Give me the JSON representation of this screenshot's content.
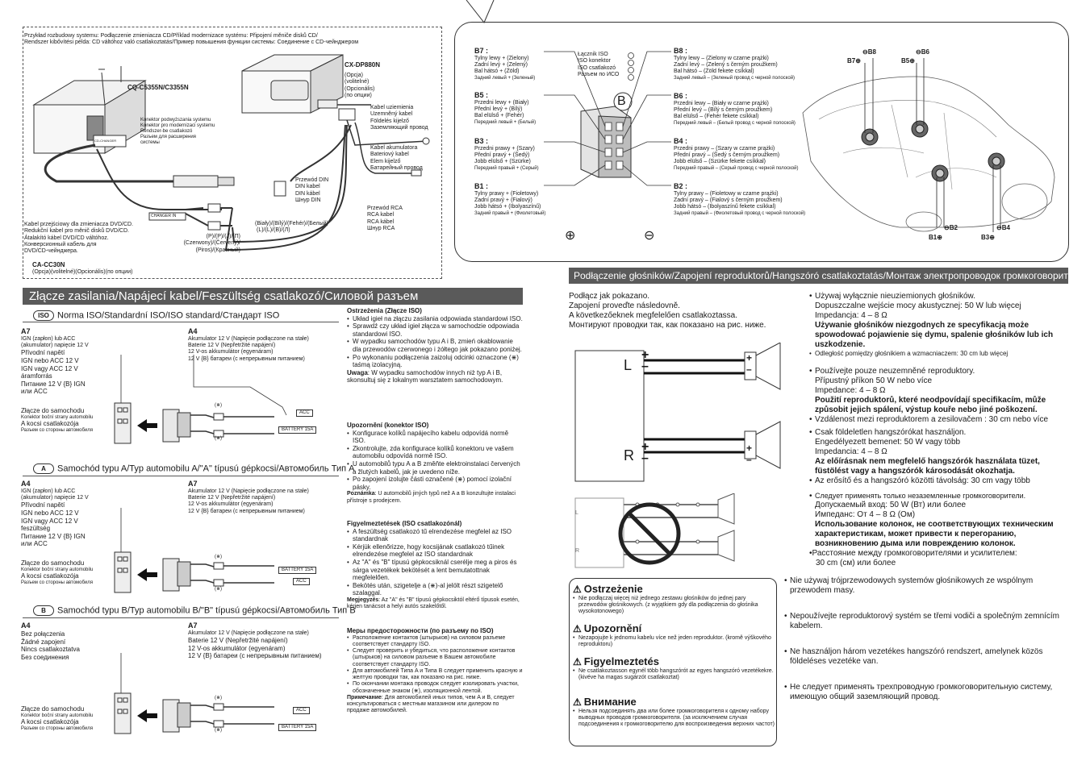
{
  "system": {
    "caption_1": "Przykład rozbudowy systemu: Podłączenie zmieniacza CD/Příklad modernizace systému: Připojení měniče disků CD/",
    "caption_2": "Rendszer kibővítési példa: CD váltóhoz való csatlakoztatás/Пример повышения функции системы: Соединение с CD-чейнджером",
    "unit_model": "CQ-C5355N/C3355N",
    "changer_model": "CX-DP880N",
    "changer_opt": [
      "(Opcja)",
      "(volitelné)",
      "(Opcionális)",
      "(по опции)"
    ],
    "ground_cable": [
      "Kabel uziemienia",
      "Uzemněný kabel",
      "Földelés kijelző",
      "Заземляющий провод"
    ],
    "battery_cable": [
      "Kabel akumulatora",
      "Bateriový kabel",
      "Elem kijelző",
      "Батарейный провод"
    ],
    "din_cable": [
      "Przewód DIN",
      "DIN kabel",
      "DIN kábel",
      "Шнур DIN"
    ],
    "rca_cable": [
      "Przewód RCA",
      "RCA kabel",
      "RCA kábel",
      "Шнур RCA"
    ],
    "connector_label": [
      "Konektor podwyższania systemu",
      "Konektor pro modernizaci systemu",
      "Rendszer-be csatlakozó",
      "Разъем для расширения",
      "системы"
    ],
    "changer_in_tag": "CHANGER IN",
    "cd_changer_tag": "CD-CHANGER",
    "conv_cable": [
      "Kabel przejściowy dla zmieniacza DVD/CD.",
      "Redukční kabel pro měnič disků DVD/CD.",
      "Átalakító kábel DVD/CD váltóhoz.",
      "Конверсионный кабель для",
      "DVD/CD-чейнджера."
    ],
    "conv_model": "CA-CC30N",
    "conv_opt": "(Opcja)(volitelné)(Opcionális)(по опции)",
    "white_label": "(Biały)/(Bílý)/(Fehér)/(Белый)",
    "white_label_2": "(L)/(L)/(B)/(Л)",
    "red_label": "(P)/(P)/(J)/(П)",
    "red_label_2": "(Czerwony)/(Červený)/",
    "red_label_3": "(Piros)/(Красный)"
  },
  "speaker_wiring": {
    "b7": {
      "title": "B7 :",
      "lines": [
        "Tylny lewy + (Zielony)",
        "Zadní levý + (Zelený)",
        "Bal hátsó + (Zöld)",
        "Задний левый + (Зеленый)"
      ]
    },
    "b5": {
      "title": "B5 :",
      "lines": [
        "Przedni lewy + (Biały)",
        "Přední levý + (Bílý)",
        "Bal elülső + (Fehér)",
        "Передний левый + (Белый)"
      ]
    },
    "b3": {
      "title": "B3 :",
      "lines": [
        "Przedni prawy + (Szary)",
        "Přední pravý + (Šedý)",
        "Jobb elülső + (Szürke)",
        "Передний правый + (Серый)"
      ]
    },
    "b1": {
      "title": "B1 :",
      "lines": [
        "Tylny prawy + (Fioletowy)",
        "Zadní pravý + (Fialový)",
        "Jobb hátsó + (Ibolyaszínű)",
        "Задний правый + (Фиолетовый)"
      ]
    },
    "b8": {
      "title": "B8 :",
      "lines": [
        "Tylny lewy – (Zielony w czarne prążki)",
        "Zadní levý – (Zelený s černým proužkem)",
        "Bal hátsó – (Zöld fekete csíkkal)",
        "Задний левый – (Зеленый провод с черной полоской)"
      ]
    },
    "b6": {
      "title": "B6 :",
      "lines": [
        "Przedni lewy – (Biały w czarne prążki)",
        "Přední levý – (Bílý s černým proužkem)",
        "Bal elülső – (Fehér fekete csíkkal)",
        "Передний левый – (Белый провод с черной полоской)"
      ]
    },
    "b4": {
      "title": "B4 :",
      "lines": [
        "Przedni prawy – (Szary w czarne prążki)",
        "Přední pravý – (Šedý s černým proužkem)",
        "Jobb elülső – (Szürke fekete csíkkal)",
        "Передний правый – (Серый провод с черной полоской)"
      ]
    },
    "b2": {
      "title": "B2 :",
      "lines": [
        "Tylny prawy – (Fioletowy w czarne prążki)",
        "Zadní pravý – (Fialový s černým proužkem)",
        "Jobb hátsó – (Ibolyaszínű fekete csíkkal)",
        "Задний правый – (Фиолетовый провод с черной полоской)"
      ]
    },
    "iso_conn": [
      "Łącznik ISO",
      "ISO konektor",
      "ISO csatlakozó",
      "Разъем по ИСО"
    ],
    "connector_letter": "B",
    "plus": "⊕",
    "minus": "⊖",
    "car_labels": {
      "b7": "B7⊕",
      "b8": "⊖B8",
      "b5": "B5⊕",
      "b6": "⊖B6",
      "b1": "B1⊕",
      "b2": "⊖B2",
      "b3": "B3⊕",
      "b4": "⊖B4"
    }
  },
  "power": {
    "header": "Złącze zasilania/Napájecí kabel/Feszültség csatlakozó/Силовой разъем",
    "iso_pill": "ISO",
    "iso_title": "Norma ISO/Standardní ISO/ISO standard/Стандарт ISO",
    "a_pill": "A",
    "a_title": "Samochód typu A/Typ automobilu A/\"A\" típusú gépkocsi/Автомобиль Тип A",
    "b_pill": "B",
    "b_title": "Samochód typu B/Typ automobilu B/\"B\" típusú gépkocsi/Автомобиль Тип B",
    "iso_a7": {
      "title": "A7",
      "lines": [
        "IGN (zapłon) lub ACC",
        "(akumulator) napięcie 12 V",
        "Přívodní napětí",
        "IGN nebo ACC 12 V",
        "IGN vagy ACC 12 V",
        "áramforrás",
        "Питание 12 V {B} IGN",
        "или ACC"
      ]
    },
    "iso_a4": {
      "title": "A4",
      "lines": [
        "Akumulator 12 V (Napięcie podłączone na stałe)",
        "Baterie 12 V (Nepřetržité napájení)",
        "12 V-os akkumulátor (egyenáram)",
        "12 V {B} батареи (с непрерывным питанием)"
      ]
    },
    "a_a4": {
      "title": "A4",
      "lines": [
        "IGN (zapłon) lub ACC",
        "(akumulator) napięcie 12 V",
        "Přívodní napětí",
        "IGN nebo ACC 12 V",
        "IGN vagy ACC 12 V",
        "feszültség",
        "Питание 12 V {B} IGN",
        "или ACC"
      ]
    },
    "a_a7": {
      "title": "A7",
      "lines": [
        "Akumulator 12 V (Napięcie podłączone na stałe)",
        "Baterie 12 V (Nepřetržité napájení)",
        "12 V-os akkumulátor (egyenáram)",
        "12 V {B} батареи (с непрерывным питанием)"
      ]
    },
    "b_a4": {
      "title": "A4",
      "lines": [
        "Bez połączenia",
        "Žádné zapojení",
        "Nincs csatlakoztatva",
        "Без соединения"
      ]
    },
    "b_a7": {
      "title": "A7",
      "lines": [
        "Akumulator 12 V (Napięcie podłączone na stałe)",
        "Baterie 12 V (Nepřetržité napájení)",
        "12 V-os akkumulátor (egyenáram)",
        "12 V {B} батареи (с непрерывным питанием)"
      ]
    },
    "car_conn": [
      "Złącze do samochodu",
      "Konektor boční strany automobilu",
      "A kocsi csatlakozója",
      "Разъем со стороны автомобиля"
    ],
    "acc": "ACC",
    "battery": "BATTERY 15A",
    "mark": "(⋇)"
  },
  "notes": {
    "pl_title": "Ostrzeżenia (Złącze ISO)",
    "pl": [
      "Układ igieł na złączu zasilania odpowiada standardowi ISO.",
      "Sprawdź czy układ igieł złącza w samochodzie odpowiada standardowi ISO.",
      "W wypadku samochodów typu A i B, zmień okablowanie dla przewodów czerwonego i żółtego jak pokazano poniżej.",
      "Po wykonaniu podłączenia zaizoluj odcinki oznaczone (⋇) taśmą izolacyjną."
    ],
    "pl_note_k": "Uwaga",
    "pl_note": ": W wypadku samochodów innych niż typ A i B, skonsultuj się z lokalnym warsztatem samochodowym.",
    "cz_title": "Upozornění (konektor ISO)",
    "cz": [
      "Konfigurace kolíků napájecího kabelu odpovídá normě ISO.",
      "Zkontrolujte, zda konfigurace kolíků konektoru ve vašem automobilu odpovídá normě ISO.",
      "U automobilů typu A a B změňte elektroinstalaci červených a žlutých kabelů, jak je uvedeno níže.",
      "Po zapojení izolujte části označené (⋇) pomocí izolační pásky."
    ],
    "cz_note_k": "Poznámka",
    "cz_note": ": U automobilů jiných typů než A a B konzultujte instalaci přístroje s prodejcem.",
    "hu_title": "Figyelmeztetések (ISO csatlakozónál)",
    "hu": [
      "A feszültség csatlakozó tű elrendezése megfelel az ISO standardnak",
      "Kérjük ellenőrizze, hogy kocsijának csatlakozó tűinek elrendezése megfelel az ISO standardnak",
      "Az \"A\" és \"B\" típusú gépkocsiknál cserélje meg a piros és sárga vezetékek bekötését a lent bemutatottnak megfelelően.",
      "Bekötés után, szigetelje a (⋇)-al jelölt részt szigetelő szalaggal."
    ],
    "hu_note_k": "Megjegyzés",
    "hu_note": ": Az \"A\" és \"B\" típusú gépkocsiktól eltérő típusok esetén, kérjen tanácsot a helyi autós szakelőtől.",
    "ru_title": "Меры предосторожности (по разъему по ISO)",
    "ru": [
      "Расположение контактов (штырьков) на силовом разъеме соответствует стандарту ISO.",
      "Следует проверить и убедиться, что расположение контактов (штырьков) на силовом разъеме в Вашем автомобиле соответствует стандарту ISO.",
      "Для автомобилей Типа A и Типа B следует применить красную и желтую проводки так, как показано на рис. ниже.",
      "По окончании монтажа проводок следует изолировать участки, обозначенные знаком (⋇), изоляционной лентой."
    ],
    "ru_note_k": "Примечание",
    "ru_note": ": Для автомобилей иных типов, чем A и B, следует консультироваться с местным магазином или дилером по продаже автомобилей."
  },
  "speaker_conn": {
    "header": "Podłączenie głośników/Zapojení reproduktorů/Hangszóró csatlakoztatás/Монтаж электропроводок громкоговорителей",
    "intro": [
      "Podłącz jak pokazano.",
      "Zapojení proveďte následovně.",
      "A következőeknek megfelelően csatlakoztassa.",
      "Монтируют проводки так, как показано на рис. ниже."
    ],
    "l": "L",
    "r": "R",
    "pl": [
      "Używaj wyłącznie nieuziemionych głośników.",
      "Dopuszczalne wejście mocy akustycznej: 50 W lub więcej",
      "Impedancja: 4 – 8 Ω"
    ],
    "pl_bold": "Używanie głośników niezgodnych ze specyfikacją może spowodować pojawienie się dymu, spalenie głośników lub ich uszkodzenie.",
    "pl_dist": "Odległość pomiędzy głośnikiem a wzmacniaczem: 30 cm lub więcej",
    "cz": [
      "Používejte pouze neuzemněné reproduktory.",
      "Přípustný příkon 50 W nebo více",
      "Impedance: 4 – 8 Ω"
    ],
    "cz_bold": "Použití reproduktorů, které neodpovídají specifikacím, může způsobit jejich spálení, výstup kouře nebo jiné poškození.",
    "cz_dist": "Vzdálenost mezi reproduktorem a zesilovačem : 30 cm nebo více",
    "hu": [
      "Csak földeletlen hangszórókat használjon.",
      "Engedélyezett bemenet: 50 W vagy több",
      "Impedancia: 4 – 8 Ω"
    ],
    "hu_bold": "Az előírásnak nem megfelelő hangszórók használata tüzet, füstölést vagy a hangszórók károsodását okozhatja.",
    "hu_dist": "Az erősítő és a hangszóró közötti távolság: 30 cm vagy több",
    "ru": [
      "Следует применять только незаземленные громкоговорители.",
      "Допускаемый вход: 50 W (Вт) или более",
      "Импеданс: От 4 – 8 Ω (Ом)"
    ],
    "ru_bold": "Использование колонок, не соответствующих техническим характеристикам, может привести к перегоранию, возникновению дыма или повреждению колонок.",
    "ru_dist": "•Расстояние между громкоговорителями и усилителем:",
    "ru_dist2": "30 cm (см) или более",
    "three_wire": [
      "Nie używaj trójprzewodowych systemów głośnikowych ze wspólnym przewodem masy.",
      "Nepoužívejte reproduktorový systém se třemi vodiči a společným zemnícím kabelem.",
      "Ne használjon három vezetékes hangszóró rendszert, amelynek közös földeléses vezetéke van.",
      "Не следует применять трехпроводную громкоговорительную систему, имеющую общий заземляющий провод."
    ],
    "w_pl_title": "Ostrzeżenie",
    "w_pl": "Nie podłączaj więcej niż jednego zestawu głośników do jednej pary przewodów głośnikowych. (z wyjątkiem gdy dla podłączenia do głośnika wysokotonowego)",
    "w_cz_title": "Upozornění",
    "w_cz": "Nezapojujte k jednomu kabelu více než jeden reproduktor. (kromě výškového reproduktoru)",
    "w_hu_title": "Figyelmeztetés",
    "w_hu": "Ne csatlakoztasson egynél több hangszórót az egyes hangszóró vezetékekre. (kivéve ha magas sugárzót csatlakoztat)",
    "w_ru_title": "Внимание",
    "w_ru": "Нельзя подсоединять два или более громкоговорителя к одному набору выводных проводов громкоговорителя. (за исключением случая подсоединения к громкоговорителю для воспроизведения верхних частот)",
    "mini_l": "L",
    "mini_r": "R"
  }
}
